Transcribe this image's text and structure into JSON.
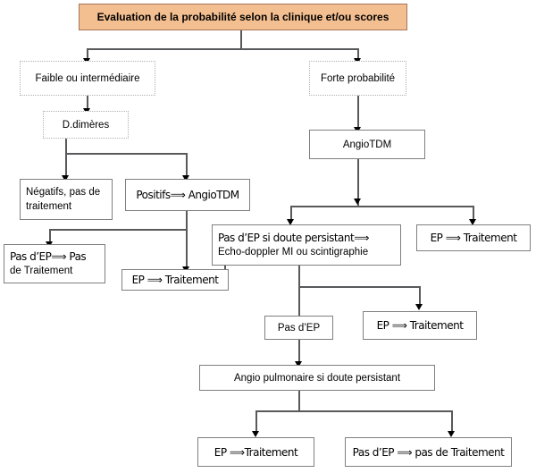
{
  "diagram": {
    "title": "Evaluation de la probabilité  selon la clinique et/ou scores",
    "language": "fr",
    "colors": {
      "title_fill": "#f4bf90",
      "title_border": "#a6755a",
      "box_border": "#7f7f7f",
      "dotted_border": "#b0b0b0",
      "connector": "#58595b",
      "text": "#000000",
      "page_background": "#ffffff"
    },
    "nodes": {
      "root": {
        "label": "Evaluation de la probabilité  selon la clinique et/ou scores"
      },
      "low_intermediate": {
        "label": "Faible ou intermédiaire"
      },
      "high_probability": {
        "label": "Forte probabilité"
      },
      "d_dimeres": {
        "label": "D.dimères"
      },
      "angiotdm_right": {
        "label": "AngioTDM"
      },
      "negatifs": {
        "line1": "Négatifs, pas de",
        "line2": "traitement"
      },
      "positifs": {
        "label": "Positifs⟹ AngioTDM"
      },
      "pas_dep_pas_traitement": {
        "line1": "Pas d’EP⟹ Pas",
        "line2": "de Traitement"
      },
      "ep_traitement_left": {
        "label": "EP ⟹ Traitement"
      },
      "doute_persistant": {
        "line1": "Pas d’EP si doute  persistant⟹",
        "line2": "Echo-doppler MI ou scintigraphie"
      },
      "ep_traitement_right_top": {
        "label": "EP ⟹  Traitement"
      },
      "pas_dep": {
        "label": "Pas d’EP"
      },
      "ep_traitement_mid": {
        "label": "EP ⟹ Traitement"
      },
      "angio_pulmonaire": {
        "label": "Angio pulmonaire si doute persistant"
      },
      "ep_traitement_bottom": {
        "label": "EP ⟹Traitement"
      },
      "pas_dep_pas_traitement_bottom": {
        "label": "Pas d’EP ⟹ pas de Traitement"
      }
    }
  }
}
